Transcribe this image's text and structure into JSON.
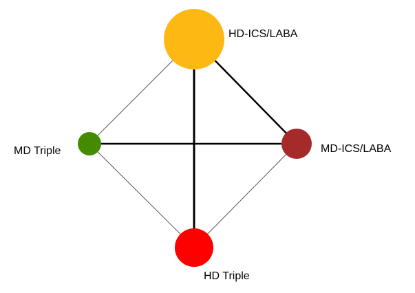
{
  "nodes": [
    {
      "id": "hd-ics-laba",
      "label": "HD-ICS/LABA",
      "color": "#FDB813"
    },
    {
      "id": "md-ics-laba",
      "label": "MD-ICS/LABA",
      "color": "#A52A2A"
    },
    {
      "id": "hd-triple",
      "label": "HD Triple",
      "color": "#FF0000"
    },
    {
      "id": "md-triple",
      "label": "MD Triple",
      "color": "#458B00"
    }
  ],
  "edges": [
    {
      "from": "hd-ics-laba",
      "to": "md-ics-laba"
    },
    {
      "from": "hd-ics-laba",
      "to": "hd-triple"
    },
    {
      "from": "hd-ics-laba",
      "to": "md-triple"
    },
    {
      "from": "md-triple",
      "to": "md-ics-laba"
    },
    {
      "from": "md-triple",
      "to": "hd-triple"
    },
    {
      "from": "md-ics-laba",
      "to": "hd-triple"
    }
  ]
}
